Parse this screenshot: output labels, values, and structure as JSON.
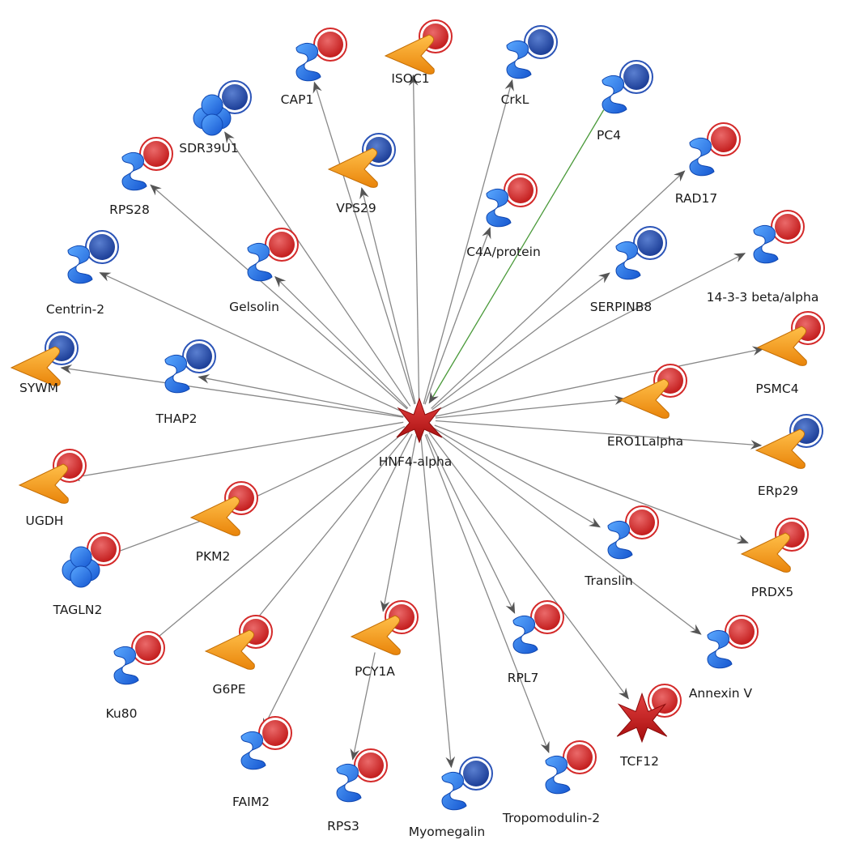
{
  "hub": {
    "label": "HNF4-alpha",
    "shape": "transcription-regulator",
    "color": "#cc1111"
  },
  "nodes": [
    {
      "id": "cap1",
      "label": "CAP1",
      "shape": "enzyme",
      "marker": "red"
    },
    {
      "id": "isoc1",
      "label": "ISOC1",
      "shape": "other",
      "marker": "red"
    },
    {
      "id": "crkl",
      "label": "CrkL",
      "shape": "enzyme",
      "marker": "blue"
    },
    {
      "id": "pc4",
      "label": "PC4",
      "shape": "enzyme",
      "marker": "blue"
    },
    {
      "id": "sdr39u1",
      "label": "SDR39U1",
      "shape": "complex",
      "marker": "blue"
    },
    {
      "id": "rps28",
      "label": "RPS28",
      "shape": "enzyme",
      "marker": "red"
    },
    {
      "id": "vps29",
      "label": "VPS29",
      "shape": "other",
      "marker": "blue"
    },
    {
      "id": "rad17",
      "label": "RAD17",
      "shape": "enzyme",
      "marker": "red"
    },
    {
      "id": "c4a",
      "label": "C4A/protein",
      "shape": "enzyme",
      "marker": "red"
    },
    {
      "id": "centrin2",
      "label": "Centrin-2",
      "shape": "enzyme",
      "marker": "blue"
    },
    {
      "id": "gelsolin",
      "label": "Gelsolin",
      "shape": "enzyme",
      "marker": "red"
    },
    {
      "id": "serpinb8",
      "label": "SERPINB8",
      "shape": "enzyme",
      "marker": "blue"
    },
    {
      "id": "ywhab",
      "label": "14-3-3 beta/alpha",
      "shape": "enzyme",
      "marker": "red"
    },
    {
      "id": "sywm",
      "label": "SYWM",
      "shape": "other",
      "marker": "blue"
    },
    {
      "id": "thap2",
      "label": "THAP2",
      "shape": "enzyme",
      "marker": "blue"
    },
    {
      "id": "psmc4",
      "label": "PSMC4",
      "shape": "other",
      "marker": "red"
    },
    {
      "id": "ero1",
      "label": "ERO1Lalpha",
      "shape": "other",
      "marker": "red"
    },
    {
      "id": "erp29",
      "label": "ERp29",
      "shape": "other",
      "marker": "blue"
    },
    {
      "id": "ugdh",
      "label": "UGDH",
      "shape": "other",
      "marker": "red"
    },
    {
      "id": "pkm2",
      "label": "PKM2",
      "shape": "other",
      "marker": "red"
    },
    {
      "id": "tagln2",
      "label": "TAGLN2",
      "shape": "complex",
      "marker": "red"
    },
    {
      "id": "translin",
      "label": "Translin",
      "shape": "enzyme",
      "marker": "red"
    },
    {
      "id": "prdx5",
      "label": "PRDX5",
      "shape": "other",
      "marker": "red"
    },
    {
      "id": "ku80",
      "label": "Ku80",
      "shape": "enzyme",
      "marker": "red"
    },
    {
      "id": "g6pe",
      "label": "G6PE",
      "shape": "other",
      "marker": "red"
    },
    {
      "id": "pcy1a",
      "label": "PCY1A",
      "shape": "other",
      "marker": "red"
    },
    {
      "id": "rpl7",
      "label": "RPL7",
      "shape": "enzyme",
      "marker": "red"
    },
    {
      "id": "annexinv",
      "label": "Annexin V",
      "shape": "enzyme",
      "marker": "red"
    },
    {
      "id": "tcf12",
      "label": "TCF12",
      "shape": "transcription-regulator",
      "marker": "red"
    },
    {
      "id": "faim2",
      "label": "FAIM2",
      "shape": "enzyme",
      "marker": "red"
    },
    {
      "id": "rps3",
      "label": "RPS3",
      "shape": "enzyme",
      "marker": "red"
    },
    {
      "id": "myomegalin",
      "label": "Myomegalin",
      "shape": "enzyme",
      "marker": "blue"
    },
    {
      "id": "tropomodulin2",
      "label": "Tropomodulin-2",
      "shape": "enzyme",
      "marker": "red"
    }
  ],
  "edges": [
    {
      "from": "hub",
      "to": "cap1",
      "color": "#888888"
    },
    {
      "from": "hub",
      "to": "isoc1",
      "color": "#888888"
    },
    {
      "from": "hub",
      "to": "crkl",
      "color": "#888888"
    },
    {
      "from": "pc4",
      "to": "hub",
      "color": "#4a9a3a"
    },
    {
      "from": "hub",
      "to": "sdr39u1",
      "color": "#888888"
    },
    {
      "from": "hub",
      "to": "rps28",
      "color": "#888888"
    },
    {
      "from": "hub",
      "to": "vps29",
      "color": "#888888"
    },
    {
      "from": "hub",
      "to": "rad17",
      "color": "#888888"
    },
    {
      "from": "hub",
      "to": "c4a",
      "color": "#888888"
    },
    {
      "from": "hub",
      "to": "centrin2",
      "color": "#888888"
    },
    {
      "from": "hub",
      "to": "gelsolin",
      "color": "#888888"
    },
    {
      "from": "hub",
      "to": "serpinb8",
      "color": "#888888"
    },
    {
      "from": "hub",
      "to": "ywhab",
      "color": "#888888"
    },
    {
      "from": "hub",
      "to": "sywm",
      "color": "#888888"
    },
    {
      "from": "hub",
      "to": "thap2",
      "color": "#888888"
    },
    {
      "from": "hub",
      "to": "psmc4",
      "color": "#888888"
    },
    {
      "from": "hub",
      "to": "ero1",
      "color": "#888888"
    },
    {
      "from": "hub",
      "to": "erp29",
      "color": "#888888"
    },
    {
      "from": "hub",
      "to": "ugdh",
      "color": "#888888"
    },
    {
      "from": "hub",
      "to": "pkm2",
      "color": "#888888"
    },
    {
      "from": "pkm2",
      "to": "tagln2",
      "color": "#888888"
    },
    {
      "from": "hub",
      "to": "translin",
      "color": "#888888"
    },
    {
      "from": "hub",
      "to": "prdx5",
      "color": "#888888"
    },
    {
      "from": "hub",
      "to": "ku80",
      "color": "#888888"
    },
    {
      "from": "hub",
      "to": "g6pe",
      "color": "#888888"
    },
    {
      "from": "hub",
      "to": "pcy1a",
      "color": "#888888"
    },
    {
      "from": "pcy1a",
      "to": "rps3",
      "color": "#888888"
    },
    {
      "from": "hub",
      "to": "rpl7",
      "color": "#888888"
    },
    {
      "from": "hub",
      "to": "annexinv",
      "color": "#888888"
    },
    {
      "from": "hub",
      "to": "tcf12",
      "color": "#888888"
    },
    {
      "from": "hub",
      "to": "faim2",
      "color": "#888888"
    },
    {
      "from": "hub",
      "to": "myomegalin",
      "color": "#888888"
    },
    {
      "from": "hub",
      "to": "tropomodulin2",
      "color": "#888888"
    }
  ],
  "colors": {
    "enzyme": "#1f6fe8",
    "other": "#f59a10",
    "marker_red": "#d42a2a",
    "marker_blue": "#2c55b8",
    "hub": "#cc1111"
  }
}
